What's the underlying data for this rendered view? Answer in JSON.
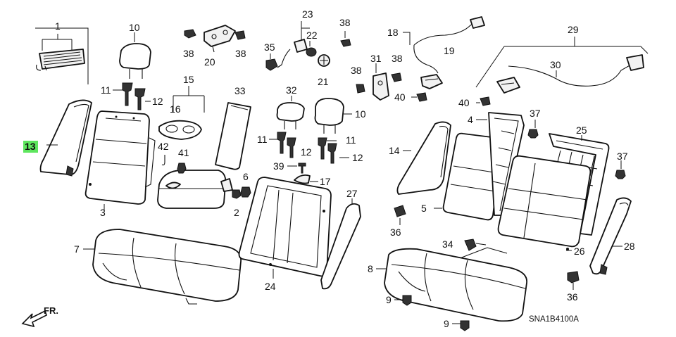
{
  "diagram": {
    "diagram_code": "SNA1B4100A",
    "direction_label": "FR.",
    "highlight_color": "#5ee65e",
    "highlighted_callout": "13",
    "callouts": [
      {
        "id": "c1",
        "text": "1"
      },
      {
        "id": "c3",
        "text": "3"
      },
      {
        "id": "c5",
        "text": "5"
      },
      {
        "id": "c6",
        "text": "6"
      },
      {
        "id": "c7",
        "text": "7"
      },
      {
        "id": "c8",
        "text": "8"
      },
      {
        "id": "c9a",
        "text": "9"
      },
      {
        "id": "c9b",
        "text": "9"
      },
      {
        "id": "c10a",
        "text": "10"
      },
      {
        "id": "c10b",
        "text": "10"
      },
      {
        "id": "c11a",
        "text": "11"
      },
      {
        "id": "c11b",
        "text": "11"
      },
      {
        "id": "c11c",
        "text": "11"
      },
      {
        "id": "c12a",
        "text": "12"
      },
      {
        "id": "c12b",
        "text": "12"
      },
      {
        "id": "c12c",
        "text": "12"
      },
      {
        "id": "c13",
        "text": "13"
      },
      {
        "id": "c14",
        "text": "14"
      },
      {
        "id": "c15",
        "text": "15"
      },
      {
        "id": "c16",
        "text": "16"
      },
      {
        "id": "c17",
        "text": "17"
      },
      {
        "id": "c18",
        "text": "18"
      },
      {
        "id": "c19",
        "text": "19"
      },
      {
        "id": "c20",
        "text": "20"
      },
      {
        "id": "c21",
        "text": "21"
      },
      {
        "id": "c22",
        "text": "22"
      },
      {
        "id": "c23",
        "text": "23"
      },
      {
        "id": "c24",
        "text": "24"
      },
      {
        "id": "c25",
        "text": "25"
      },
      {
        "id": "c26",
        "text": "26"
      },
      {
        "id": "c27",
        "text": "27"
      },
      {
        "id": "c28",
        "text": "28"
      },
      {
        "id": "c29",
        "text": "29"
      },
      {
        "id": "c30",
        "text": "30"
      },
      {
        "id": "c31",
        "text": "31"
      },
      {
        "id": "c32",
        "text": "32"
      },
      {
        "id": "c33",
        "text": "33"
      },
      {
        "id": "c34",
        "text": "34"
      },
      {
        "id": "c35",
        "text": "35"
      },
      {
        "id": "c36a",
        "text": "36"
      },
      {
        "id": "c36b",
        "text": "36"
      },
      {
        "id": "c37a",
        "text": "37"
      },
      {
        "id": "c37b",
        "text": "37"
      },
      {
        "id": "c38a",
        "text": "38"
      },
      {
        "id": "c38b",
        "text": "38"
      },
      {
        "id": "c38c",
        "text": "38"
      },
      {
        "id": "c38d",
        "text": "38"
      },
      {
        "id": "c38e",
        "text": "38"
      },
      {
        "id": "c39",
        "text": "39"
      },
      {
        "id": "c40a",
        "text": "40"
      },
      {
        "id": "c40b",
        "text": "40"
      },
      {
        "id": "c41",
        "text": "41"
      },
      {
        "id": "c42",
        "text": "42"
      },
      {
        "id": "c2",
        "text": "2"
      },
      {
        "id": "c4",
        "text": "4"
      }
    ]
  }
}
